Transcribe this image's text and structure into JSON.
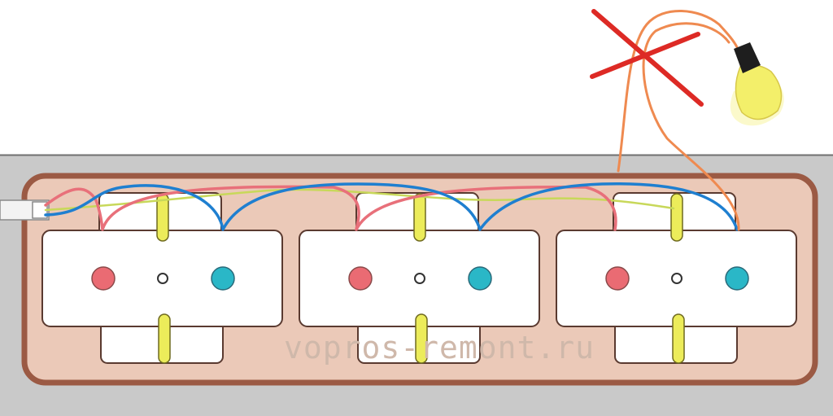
{
  "watermark": {
    "text": "vopros-remont.ru"
  },
  "colors": {
    "wall": "#c9c9c9",
    "box_border": "#9b5a44",
    "box_fill": "#ebc9b8",
    "socket": "#ffffff",
    "socket_stroke": "#5a3a30",
    "phase": "#e8707a",
    "neutral": "#1f7fd0",
    "ground": "#c8d85a",
    "lamp_wire": "#ef8a50",
    "pin_phase": "#ea6b73",
    "pin_neutral": "#2ab7c7",
    "clip": "#ecec5a",
    "cross": "#dd2a25",
    "bulb": "#f3ef6a",
    "watermark": "#cfb8aa"
  },
  "diagram": {
    "sockets": [
      {
        "id": "socket-1"
      },
      {
        "id": "socket-2"
      },
      {
        "id": "socket-3"
      }
    ],
    "wires": [
      "phase",
      "neutral",
      "ground",
      "lamp"
    ],
    "lamp": {
      "icon": "light-bulb-icon"
    },
    "cross": {
      "icon": "cross-mark-icon"
    }
  }
}
